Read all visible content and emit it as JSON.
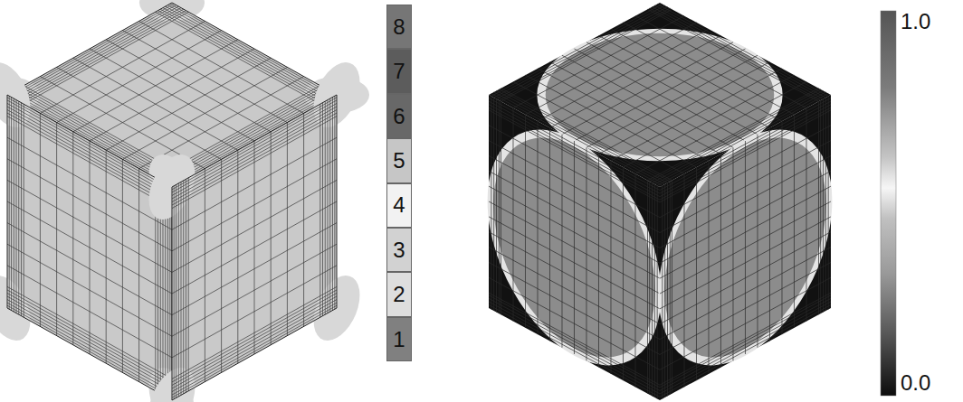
{
  "diagram": {
    "labels": [
      "1.0",
      "0.0"
    ],
    "legend": [
      {
        "text": "8",
        "color": "#767676"
      },
      {
        "text": "7",
        "color": "#5c5c5c"
      },
      {
        "text": "6",
        "color": "#686868"
      },
      {
        "text": "5",
        "color": "#c6c6c6"
      },
      {
        "text": "4",
        "color": "#f2f2f2"
      },
      {
        "text": "3",
        "color": "#d2d2d2"
      },
      {
        "text": "2",
        "color": "#dedede"
      },
      {
        "text": "1",
        "color": "#808080"
      }
    ]
  }
}
